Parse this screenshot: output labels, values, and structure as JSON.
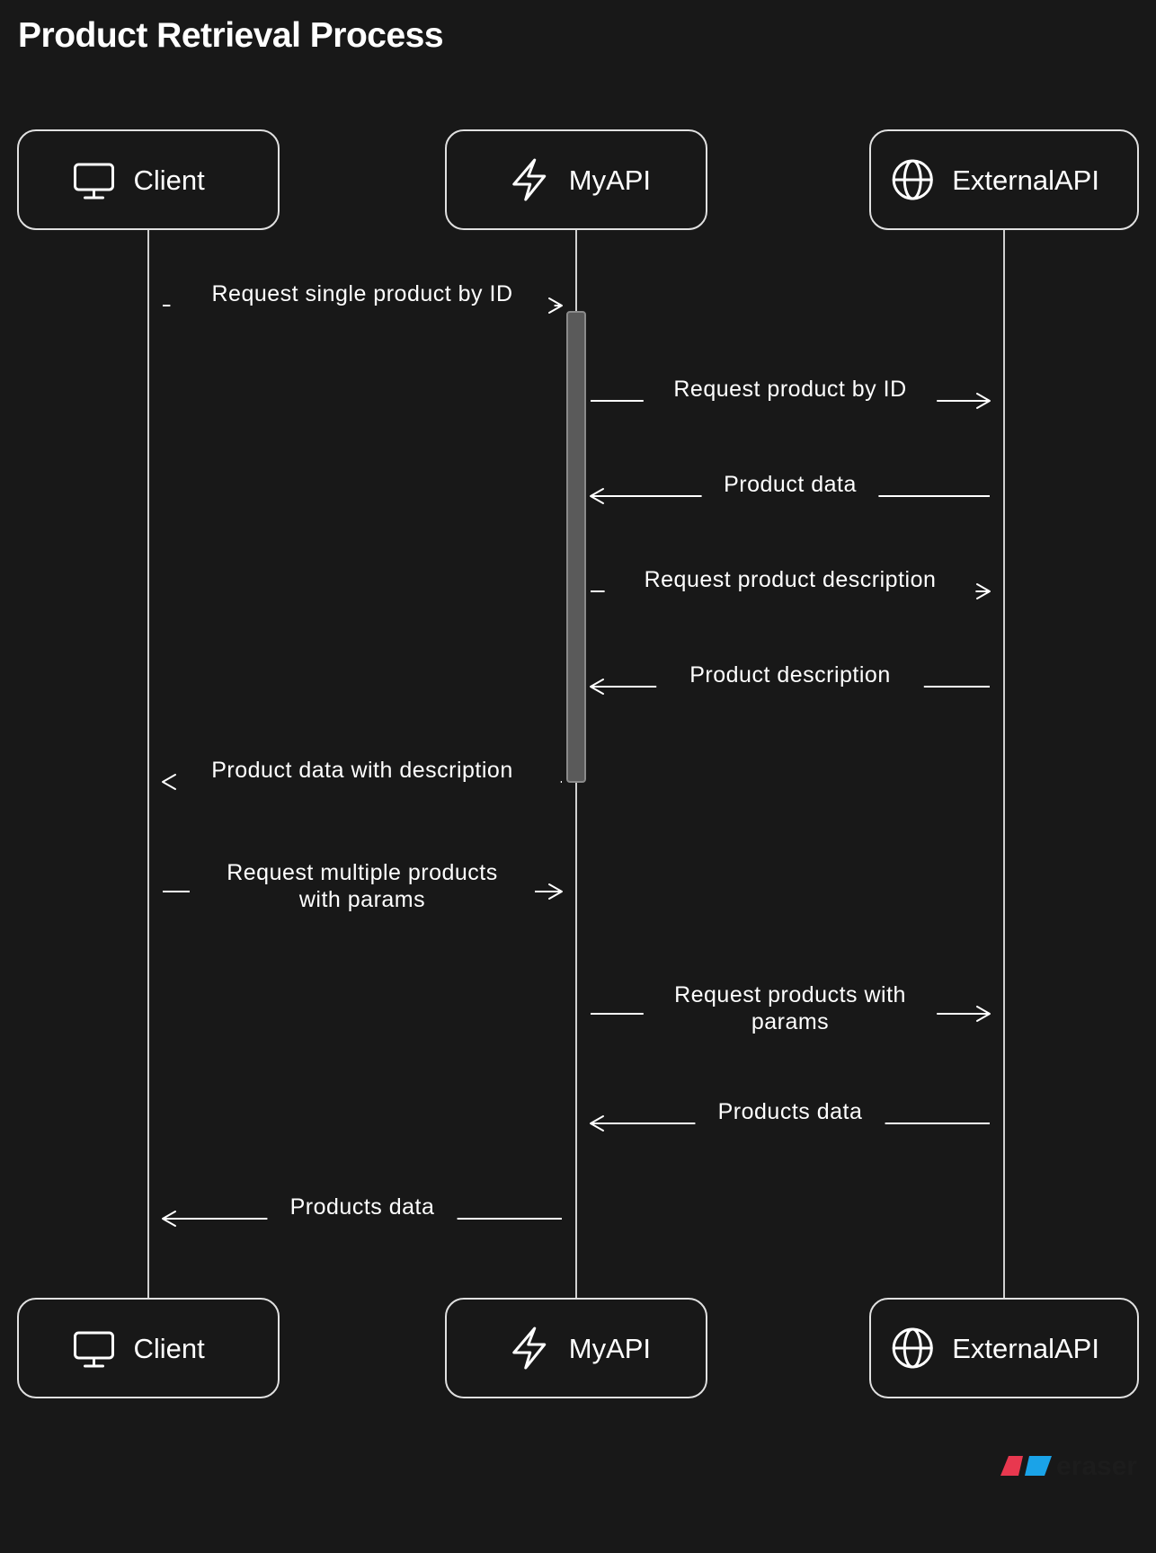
{
  "title": "Product Retrieval Process",
  "participants": [
    {
      "id": "client",
      "label": "Client",
      "icon": "monitor-icon"
    },
    {
      "id": "myapi",
      "label": "MyAPI",
      "icon": "lightning-icon"
    },
    {
      "id": "externalapi",
      "label": "ExternalAPI",
      "icon": "globe-icon"
    }
  ],
  "messages": [
    {
      "from": "client",
      "to": "myapi",
      "lines": [
        "Request single product by ID"
      ]
    },
    {
      "from": "myapi",
      "to": "externalapi",
      "lines": [
        "Request product by ID"
      ]
    },
    {
      "from": "externalapi",
      "to": "myapi",
      "lines": [
        "Product data"
      ]
    },
    {
      "from": "myapi",
      "to": "externalapi",
      "lines": [
        "Request product description"
      ]
    },
    {
      "from": "externalapi",
      "to": "myapi",
      "lines": [
        "Product description"
      ]
    },
    {
      "from": "myapi",
      "to": "client",
      "lines": [
        "Product data with description"
      ]
    },
    {
      "from": "client",
      "to": "myapi",
      "lines": [
        "Request multiple products",
        "with params"
      ]
    },
    {
      "from": "myapi",
      "to": "externalapi",
      "lines": [
        "Request products with",
        "params"
      ]
    },
    {
      "from": "externalapi",
      "to": "myapi",
      "lines": [
        "Products data"
      ]
    },
    {
      "from": "myapi",
      "to": "client",
      "lines": [
        "Products data"
      ]
    }
  ],
  "activation": {
    "participant": "myapi",
    "from_message": 0,
    "to_message": 5
  },
  "colors": {
    "background": "#181818",
    "line": "#d0d0d0",
    "box_border": "#e0e0e0",
    "activation_fill": "#5a5a5a",
    "brand_red": "#e8384f",
    "brand_blue": "#1aa3e8"
  },
  "brand": {
    "text": "eraser",
    "icon": "eraser-logo-icon"
  }
}
